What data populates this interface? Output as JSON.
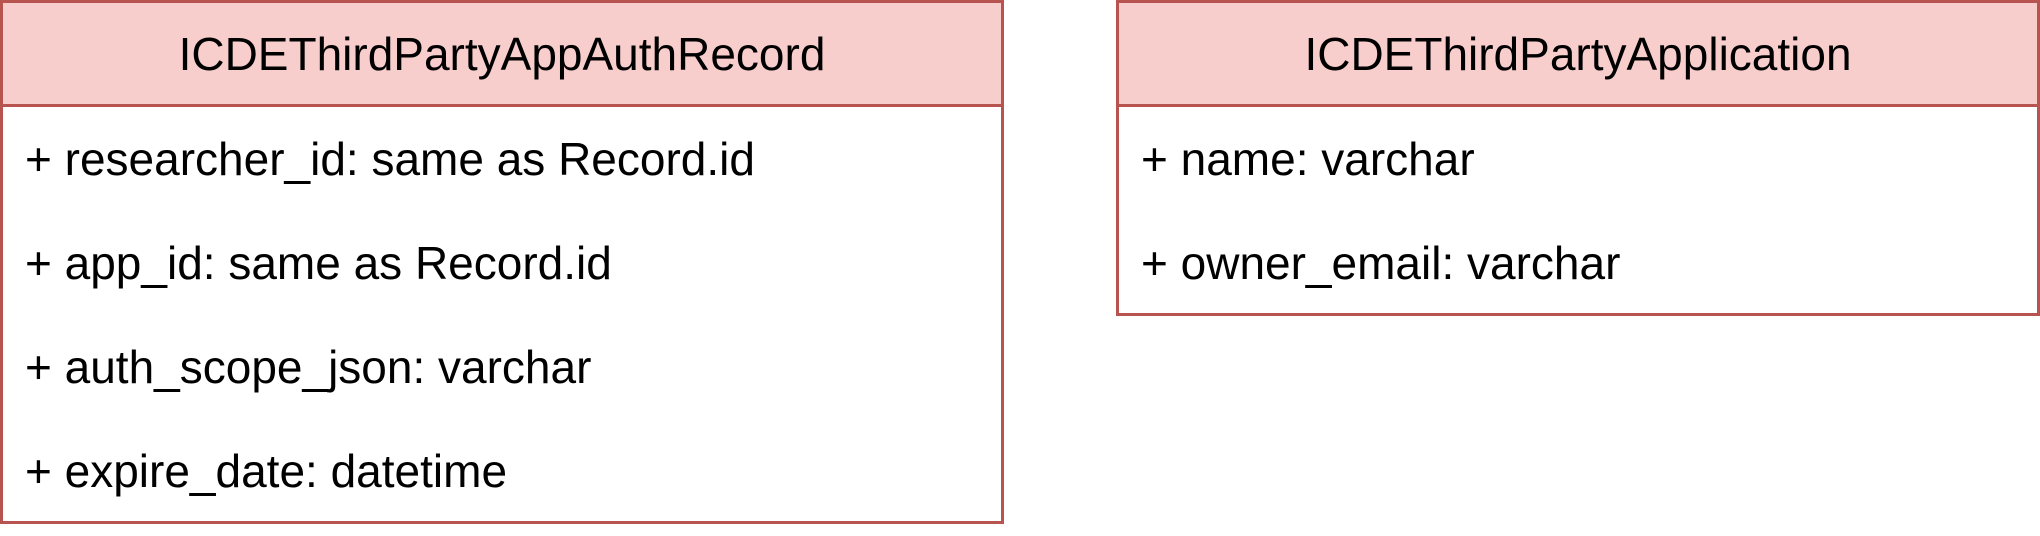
{
  "classes": [
    {
      "name": "ICDEThirdPartyAppAuthRecord",
      "fields": [
        "+ researcher_id: same as Record.id",
        "+ app_id: same as Record.id",
        "+ auth_scope_json: varchar",
        "+ expire_date: datetime"
      ]
    },
    {
      "name": "ICDEThirdPartyApplication",
      "fields": [
        "+ name: varchar",
        "+ owner_email: varchar"
      ]
    }
  ],
  "colors": {
    "header_fill": "#f8cecc",
    "border": "#b85450",
    "body_fill": "#ffffff"
  }
}
